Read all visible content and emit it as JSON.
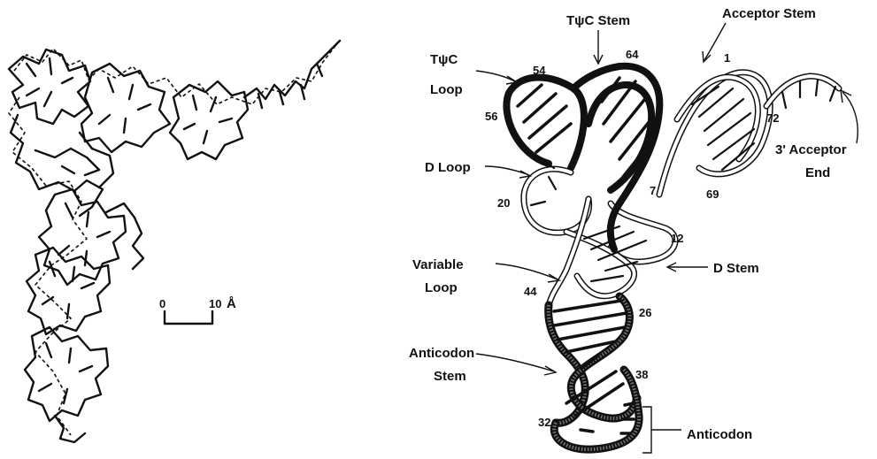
{
  "labels": {
    "tpsic_stem": "TψC Stem",
    "acceptor_stem": "Acceptor Stem",
    "tpsic_loop_1": "TψC",
    "tpsic_loop_2": "Loop",
    "d_loop": "D Loop",
    "variable_loop_1": "Variable",
    "variable_loop_2": "Loop",
    "d_stem": "D Stem",
    "anticodon_stem_1": "Anticodon",
    "anticodon_stem_2": "Stem",
    "anticodon": "Anticodon",
    "acceptor_end_1": "3' Acceptor",
    "acceptor_end_2": "End"
  },
  "numbers": {
    "n54": "54",
    "n64": "64",
    "n1": "1",
    "n56": "56",
    "n72": "72",
    "n7": "7",
    "n69": "69",
    "n20": "20",
    "n12": "12",
    "n44": "44",
    "n26": "26",
    "n38": "38",
    "n32": "32"
  },
  "scale_bar": {
    "zero": "0",
    "ten": "10",
    "unit": "Å"
  }
}
